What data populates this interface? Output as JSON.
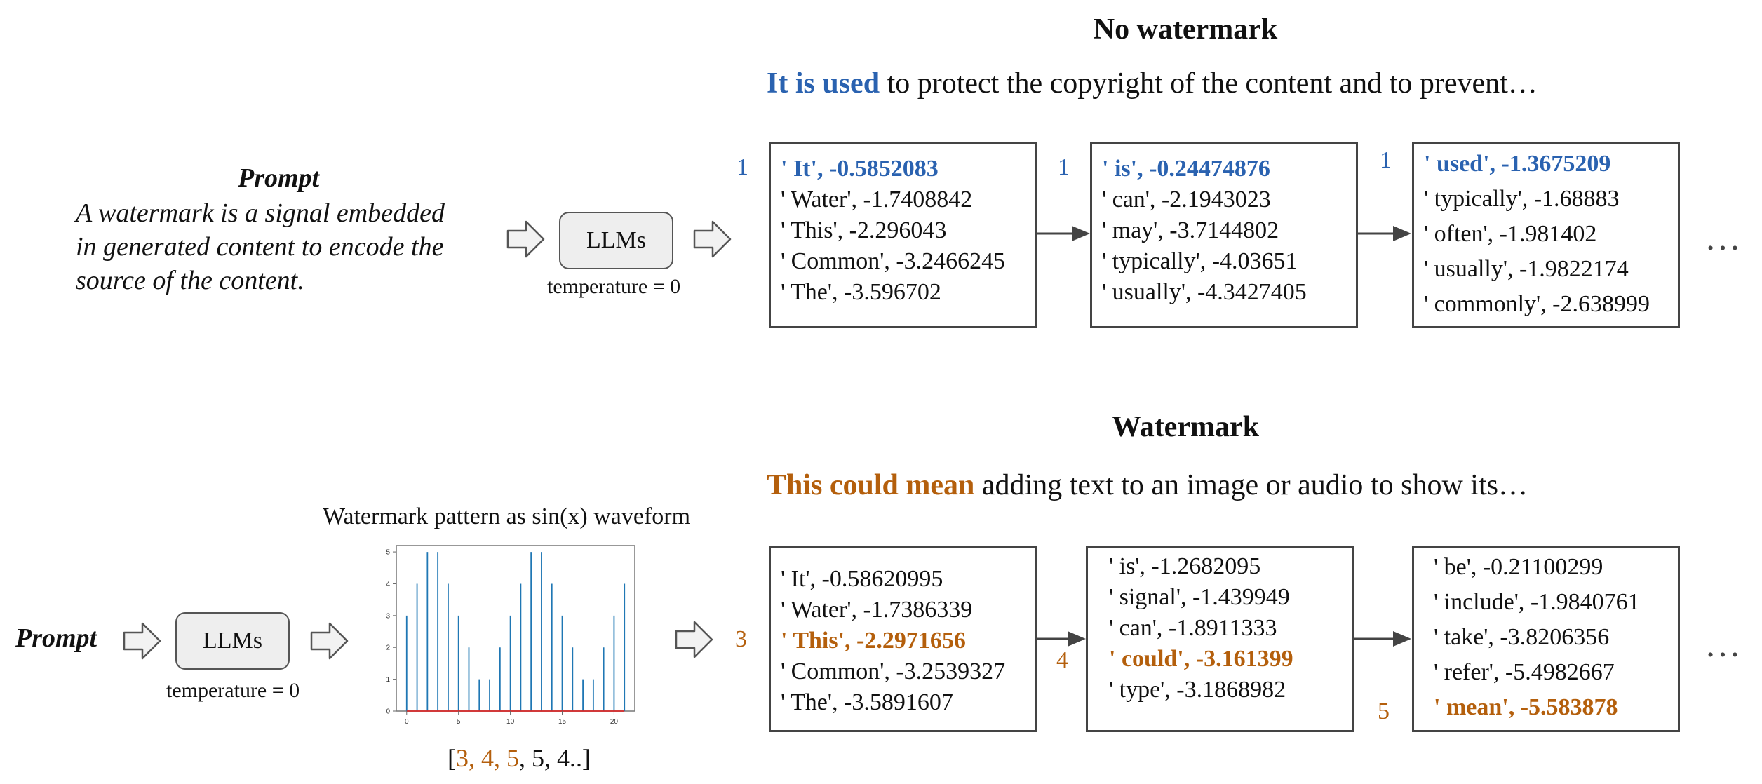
{
  "no_watermark": {
    "title": "No watermark",
    "sentence_highlight": "It is used",
    "sentence_rest": " to protect the copyright of the content and to prevent…",
    "prompt_title": "Prompt",
    "prompt_lines": [
      "A watermark is a signal embedded",
      "in generated content to encode the",
      "source of the content."
    ],
    "llm_label": "LLMs",
    "temperature": "temperature = 0",
    "steps": [
      {
        "number": "1",
        "candidates": [
          {
            "text": "' It', -0.5852083",
            "selected": true
          },
          {
            "text": "' Water', -1.7408842",
            "selected": false
          },
          {
            "text": "' This', -2.296043",
            "selected": false
          },
          {
            "text": "' Common', -3.2466245",
            "selected": false
          },
          {
            "text": "' The', -3.596702",
            "selected": false
          }
        ]
      },
      {
        "number": "1",
        "candidates": [
          {
            "text": "' is', -0.24474876",
            "selected": true
          },
          {
            "text": "' can', -2.1943023",
            "selected": false
          },
          {
            "text": "' may', -3.7144802",
            "selected": false
          },
          {
            "text": "' typically', -4.03651",
            "selected": false
          },
          {
            "text": "' usually', -4.3427405",
            "selected": false
          }
        ]
      },
      {
        "number": "1",
        "candidates": [
          {
            "text": "' used', -1.3675209",
            "selected": true
          },
          {
            "text": "' typically', -1.68883",
            "selected": false
          },
          {
            "text": "' often', -1.981402",
            "selected": false
          },
          {
            "text": "' usually', -1.9822174",
            "selected": false
          },
          {
            "text": "' commonly', -2.638999",
            "selected": false
          }
        ]
      }
    ],
    "ellipsis": "…"
  },
  "watermark": {
    "title": "Watermark",
    "sentence_highlight": "This could mean",
    "sentence_rest": " adding text to an image or audio to show its…",
    "prompt_title": "Prompt",
    "llm_label": "LLMs",
    "temperature": "temperature = 0",
    "pattern_caption": "Watermark pattern as sin(x) waveform",
    "pattern_list_highlight": "3, 4, 5",
    "pattern_list_rest": ", 5, 4..]",
    "pattern_list_open": "[",
    "steps": [
      {
        "number": "3",
        "candidates": [
          {
            "text": "' It', -0.58620995",
            "selected": false
          },
          {
            "text": "' Water', -1.7386339",
            "selected": false
          },
          {
            "text": "' This', -2.2971656",
            "selected": true
          },
          {
            "text": "' Common', -3.2539327",
            "selected": false
          },
          {
            "text": "' The', -3.5891607",
            "selected": false
          }
        ]
      },
      {
        "number": "4",
        "candidates": [
          {
            "text": "' is', -1.2682095",
            "selected": false
          },
          {
            "text": "' signal', -1.439949",
            "selected": false
          },
          {
            "text": "' can', -1.8911333",
            "selected": false
          },
          {
            "text": "' could', -3.161399",
            "selected": true
          },
          {
            "text": "' type', -3.1868982",
            "selected": false
          }
        ]
      },
      {
        "number": "5",
        "candidates": [
          {
            "text": "' be', -0.21100299",
            "selected": false
          },
          {
            "text": "' include', -1.9840761",
            "selected": false
          },
          {
            "text": "' take', -3.8206356",
            "selected": false
          },
          {
            "text": "' refer', -5.4982667",
            "selected": false
          },
          {
            "text": "' mean', -5.583878",
            "selected": true
          }
        ]
      }
    ],
    "ellipsis": "…"
  },
  "chart_data": {
    "type": "bar",
    "x": [
      0,
      1,
      2,
      3,
      4,
      5,
      6,
      7,
      8,
      9,
      10,
      11,
      12,
      13,
      14,
      15,
      16,
      17,
      18,
      19,
      20,
      21
    ],
    "values": [
      3,
      4,
      5,
      5,
      4,
      3,
      2,
      1,
      1,
      2,
      3,
      4,
      5,
      5,
      4,
      3,
      2,
      1,
      1,
      2,
      3,
      4
    ],
    "xticks": [
      0,
      5,
      10,
      15,
      20
    ],
    "yticks": [
      0,
      1,
      2,
      3,
      4,
      5
    ],
    "xlim": [
      -1,
      22
    ],
    "ylim": [
      0,
      5.2
    ],
    "bar_color": "#1f77b4",
    "baseline_color": "#d62728"
  },
  "colors": {
    "blue": "#2a62b0",
    "orange": "#b45f0c"
  }
}
